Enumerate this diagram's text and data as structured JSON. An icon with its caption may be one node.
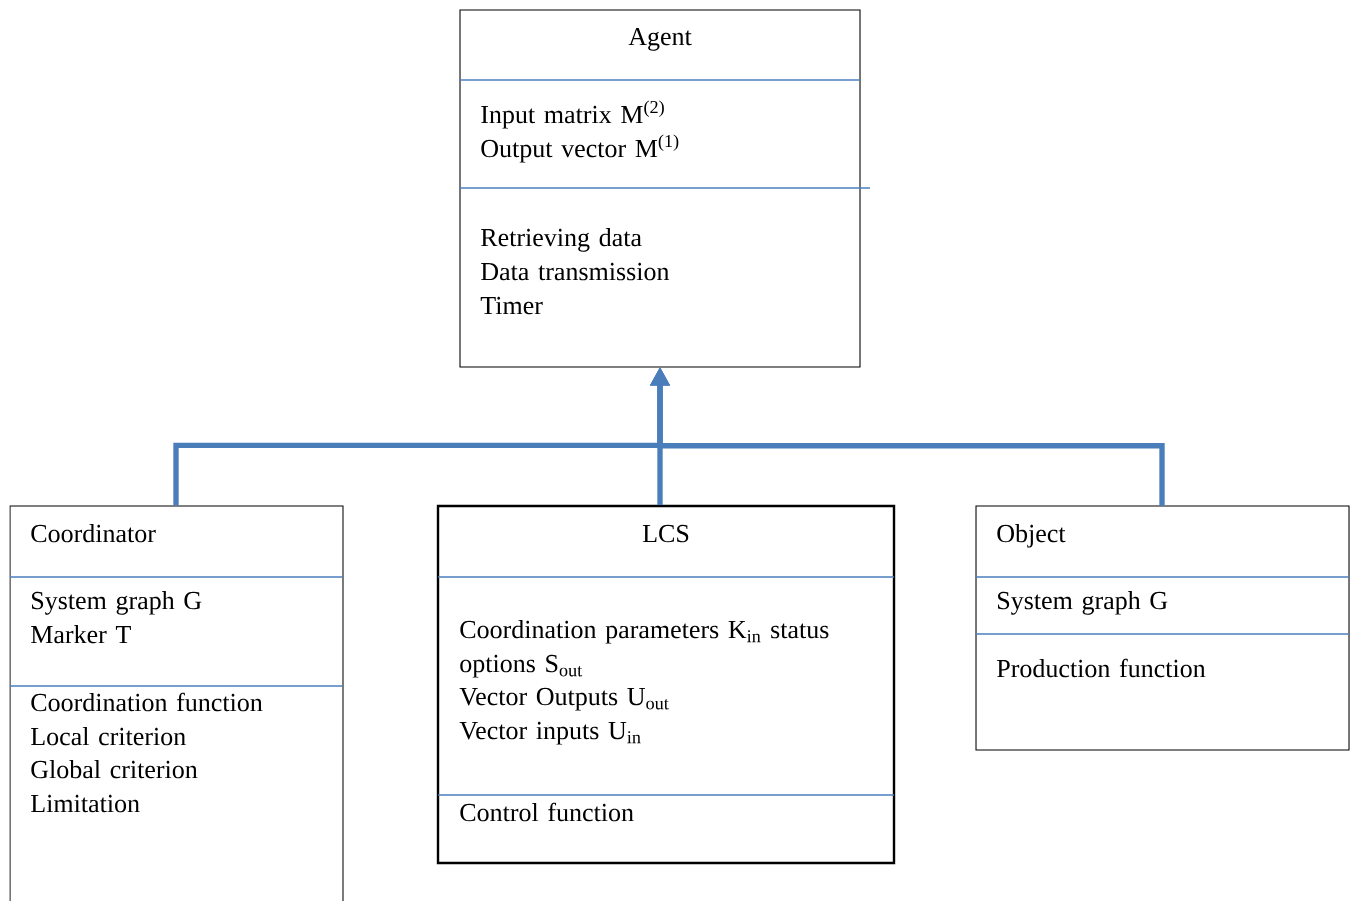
{
  "diagram": {
    "nodes": [
      {
        "text": [
          "Agent",
          "Input matrix M$^{(2)}$",
          "Output vector M$^{(1)}$",
          "Retrieving data",
          "Data transmission",
          "Timer"
        ]
      },
      {
        "text": [
          "Coordinator",
          "System graph G",
          "Marker T",
          "Coordination function",
          "Local criterion",
          "Global criterion",
          "Limitation"
        ]
      },
      {
        "text": [
          "LCS",
          "Coordination parameters K$_{in}$ status options S$_{out}$",
          "Vector Outputs U$_{out}$",
          "Vector inputs U$_{in}$",
          "Control function"
        ]
      },
      {
        "text": [
          "Object",
          "System graph G",
          "Production function"
        ]
      }
    ],
    "edges": [
      {
        "from": 1,
        "to": 0,
        "arrow": "to"
      },
      {
        "from": 2,
        "to": 0,
        "arrow": "to"
      },
      {
        "from": 3,
        "to": 0,
        "arrow": "to"
      }
    ]
  }
}
